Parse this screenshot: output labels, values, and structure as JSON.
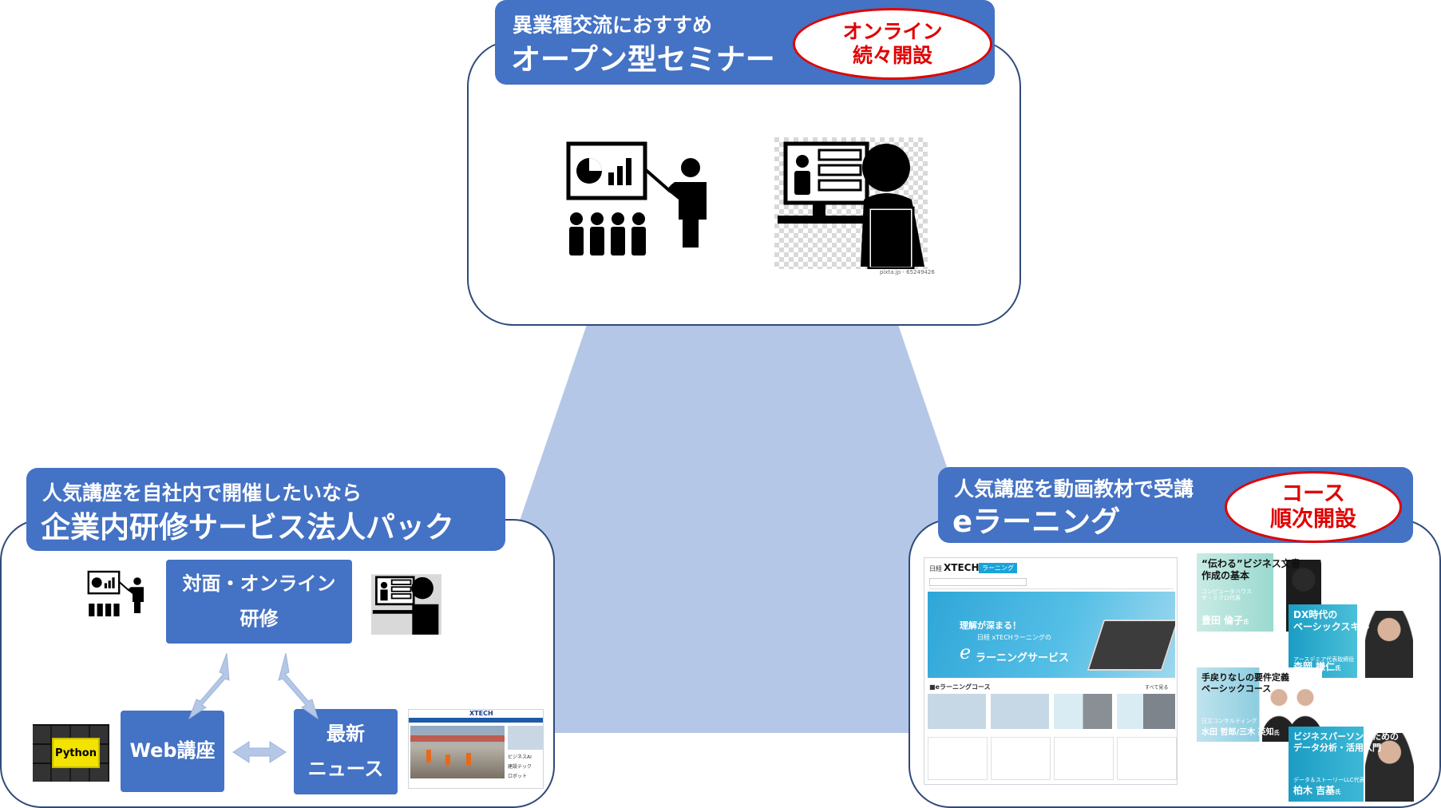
{
  "seminar": {
    "subtitle": "異業種交流におすすめ",
    "title": "オープン型セミナー",
    "badge_line1": "オンライン",
    "badge_line2": "続々開設",
    "watermark": "pixta.jp - 65249426"
  },
  "corporate": {
    "subtitle": "人気講座を自社内で開催したいなら",
    "title": "企業内研修サービス法人パック",
    "box_training_line1": "対面・オンライン",
    "box_training_line2": "研修",
    "box_web": "Web講座",
    "box_news_line1": "最新",
    "box_news_line2": "ニュース",
    "python_label": "Python",
    "news_logo": "XTECH",
    "news_side": [
      "ビジネスAI",
      "建設テック",
      "ロボット"
    ]
  },
  "elearning": {
    "subtitle": "人気講座を動画教材で受講",
    "title": "eラーニング",
    "badge_line1": "コース",
    "badge_line2": "順次開設",
    "site": {
      "brand_prefix": "日経",
      "brand": "XTECH",
      "brand_tag": "ラーニング",
      "hero_line1": "理解が深まる！",
      "hero_line2": "日経 xTECHラーニングの",
      "hero_line3": "ラーニングサービス",
      "section_label": "■eラーニングコース",
      "see_all": "すべて見る"
    },
    "courses": [
      {
        "title": "“伝わる”ビジネス文書\n作成の基本",
        "org": "コンピュータハウス\nサ・ミクロ代表",
        "name": "豊田 倫子",
        "suffix": "氏"
      },
      {
        "title": "DX時代の\nベーシックスキル",
        "org": "アースデミア代表取締役",
        "name": "森岡 謙仁",
        "suffix": "氏"
      },
      {
        "title": "手戻りなしの要件定義\nベーシックコース",
        "org": "日立コンサルティング",
        "name": "水田 哲郎/三木 英知",
        "suffix": "氏"
      },
      {
        "title": "ビジネスパーソンのための\nデータ分析・活用入門",
        "org": "データ＆ストーリーLLC代表",
        "name": "柏木 吉基",
        "suffix": "氏"
      }
    ]
  },
  "colors": {
    "header_blue": "#4472c4",
    "triangle": "#b4c7e7",
    "panel_border": "#2f4a7a",
    "badge_red": "#e00000"
  }
}
